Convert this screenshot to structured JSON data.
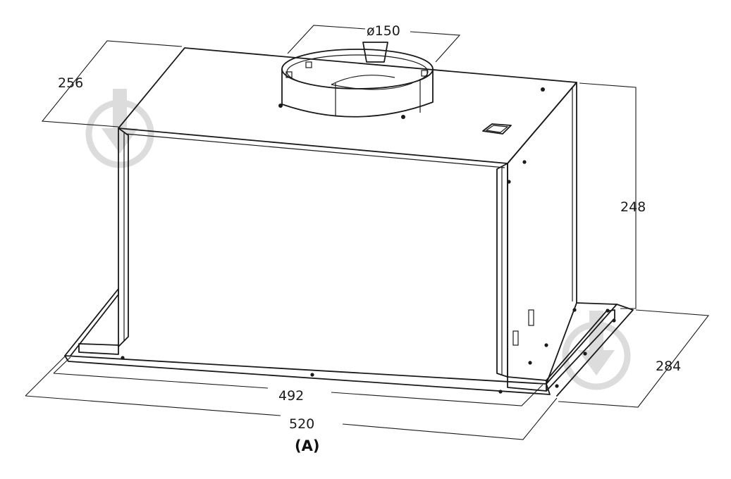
{
  "dimensions": {
    "duct_diameter": "ø150",
    "top_depth": "256",
    "height": "248",
    "bottom_depth": "284",
    "inner_width": "492",
    "outer_width": "520"
  },
  "caption": "(A)",
  "icons": {
    "watermark": "droplet-watermark-icon"
  },
  "colors": {
    "line": "#1a1a1a",
    "watermark": "#dcdcdc",
    "background": "#ffffff"
  }
}
